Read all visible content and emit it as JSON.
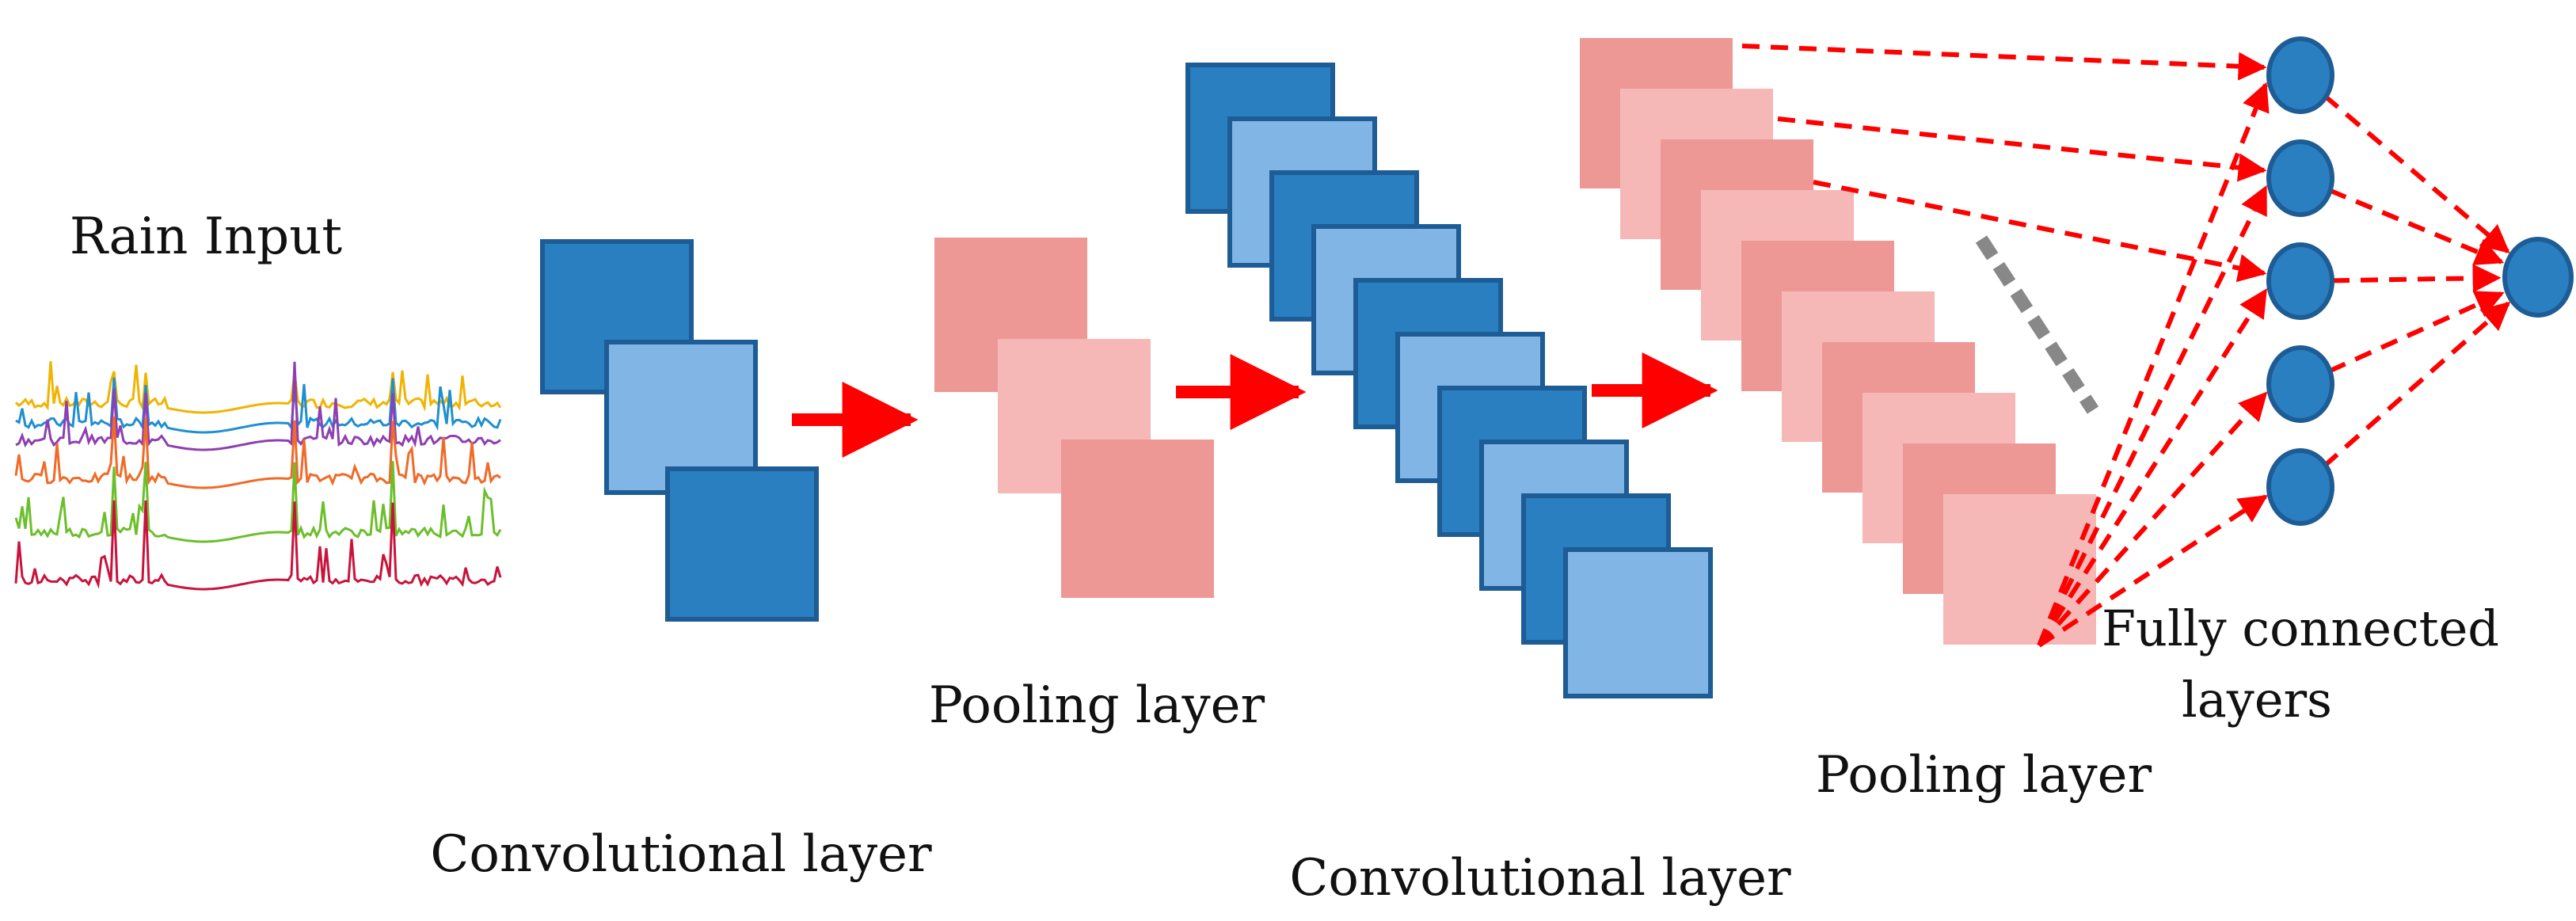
{
  "labels": {
    "rain_input": "Rain Input",
    "conv1": "Convolutional layer",
    "pool1": "Pooling layer",
    "conv2": "Convolutional layer",
    "pool2": "Pooling layer",
    "fc_line1": "Fully connected",
    "fc_line2": "layers"
  },
  "colors": {
    "conv_dark": "#2a7fc1",
    "conv_light": "#80b5e6",
    "conv_border": "#1d5c94",
    "pool_dark": "#ee9896",
    "pool_light": "#f5b8b7",
    "arrow": "#ff0000",
    "neuron": "#2a7fc1",
    "neuron_border": "#1d5c94",
    "gap_dots": "#888888"
  },
  "rain_series_colors": [
    "#f0b400",
    "#1f8fd0",
    "#8e3fb0",
    "#f06a28",
    "#6cbf2c",
    "#c8143c"
  ],
  "fc_hidden_neurons": 5,
  "fc_output_neurons": 1
}
